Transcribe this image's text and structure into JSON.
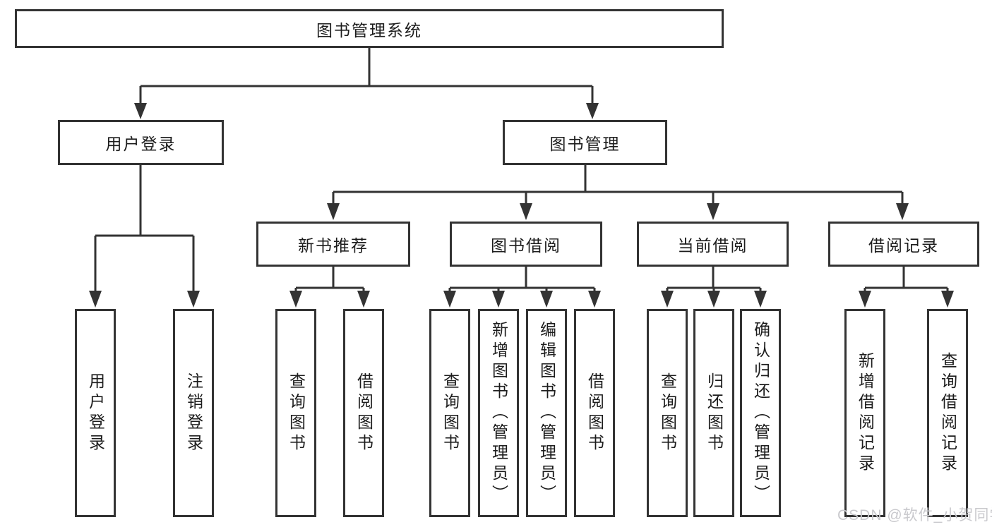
{
  "diagram": {
    "root": {
      "label": "图书管理系统"
    },
    "level2": [
      {
        "label": "用户登录"
      },
      {
        "label": "图书管理"
      }
    ],
    "level3": [
      {
        "label": "新书推荐",
        "parent": "图书管理"
      },
      {
        "label": "图书借阅",
        "parent": "图书管理"
      },
      {
        "label": "当前借阅",
        "parent": "图书管理"
      },
      {
        "label": "借阅记录",
        "parent": "图书管理"
      }
    ],
    "leaves": [
      {
        "label": "用户登录",
        "parent": "用户登录"
      },
      {
        "label": "注销登录",
        "parent": "用户登录"
      },
      {
        "label": "查询图书",
        "parent": "新书推荐"
      },
      {
        "label": "借阅图书",
        "parent": "新书推荐"
      },
      {
        "label": "查询图书",
        "parent": "图书借阅"
      },
      {
        "label": "新增图书（管理员）",
        "parent": "图书借阅"
      },
      {
        "label": "编辑图书（管理员）",
        "parent": "图书借阅"
      },
      {
        "label": "借阅图书",
        "parent": "图书借阅"
      },
      {
        "label": "查询图书",
        "parent": "当前借阅"
      },
      {
        "label": "归还图书",
        "parent": "当前借阅"
      },
      {
        "label": "确认归还（管理员）",
        "parent": "当前借阅"
      },
      {
        "label": "新增借阅记录",
        "parent": "借阅记录"
      },
      {
        "label": "查询借阅记录",
        "parent": "借阅记录"
      }
    ]
  },
  "watermark": {
    "text": "CSDN @软件_小贺同学"
  },
  "colors": {
    "line": "#333333",
    "text": "#1c1c1c",
    "watermark": "#c9c9cd",
    "background": "#ffffff"
  }
}
